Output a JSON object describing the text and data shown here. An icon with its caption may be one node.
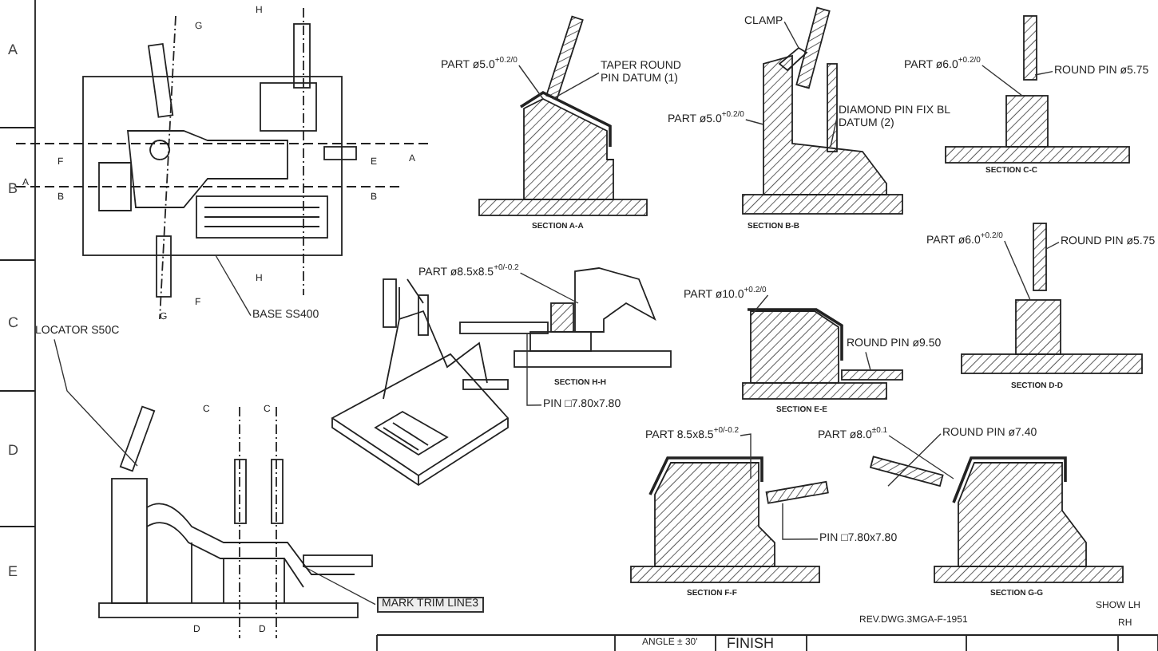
{
  "diagram": {
    "nodes": [
      {
        "text": [
          "LOCATOR S50C"
        ]
      },
      {
        "text": [
          "BASE SS400"
        ]
      },
      {
        "text": [
          "MARK TRIM LINE3"
        ]
      },
      {
        "text": [
          "PART ø5.0$^{+0.2/0}$"
        ]
      },
      {
        "text": [
          "TAPER ROUND PIN DATUM (1)"
        ]
      },
      {
        "text": [
          "CLAMP"
        ]
      },
      {
        "text": [
          "PART ø5.0$^{+0.2/0}$"
        ]
      },
      {
        "text": [
          "DIAMOND PIN FIX BL DATUM (2)"
        ]
      },
      {
        "text": [
          "PART ø6.0$^{+0.2/0}$"
        ]
      },
      {
        "text": [
          "ROUND PIN ø5.75"
        ]
      },
      {
        "text": [
          "PART ø6.0$^{+0.2/0}$"
        ]
      },
      {
        "text": [
          "ROUND PIN ø5.75"
        ]
      },
      {
        "text": [
          "PART ø8.5x8.5$^{+0/-0.2}$"
        ]
      },
      {
        "text": [
          "PIN □7.80x7.80"
        ]
      },
      {
        "text": [
          "PART ø10.0$^{+0.2/0}$"
        ]
      },
      {
        "text": [
          "ROUND PIN ø9.50"
        ]
      },
      {
        "text": [
          "PART 8.5x8.5$^{+0/-0.2}$"
        ]
      },
      {
        "text": [
          "PIN □7.80x7.80"
        ]
      },
      {
        "text": [
          "PART ø8.0$^{±0.1}$"
        ]
      },
      {
        "text": [
          "ROUND PIN ø7.40"
        ]
      },
      {
        "text": [],
        "shape": "box"
      },
      {
        "text": [],
        "shape": "box"
      },
      {
        "text": [],
        "shape": "picture"
      },
      {
        "text": [],
        "shape": "picture"
      },
      {
        "text": [],
        "shape": "box"
      },
      {
        "text": [],
        "shape": "picture"
      },
      {
        "text": [],
        "shape": "picture"
      },
      {
        "text": [],
        "shape": "box"
      },
      {
        "text": [],
        "shape": "box"
      },
      {
        "text": [],
        "shape": "box"
      },
      {
        "text": [],
        "shape": "box"
      },
      {
        "text": [],
        "shape": "box"
      },
      {
        "text": [],
        "shape": "picture"
      },
      {
        "text": [],
        "shape": "box"
      },
      {
        "text": [],
        "shape": "picture"
      },
      {
        "text": [],
        "shape": "box"
      },
      {
        "text": [],
        "shape": "picture"
      },
      {
        "text": [],
        "shape": "box"
      },
      {
        "text": [],
        "shape": "picture"
      },
      {
        "text": [],
        "shape": "box"
      }
    ],
    "edges": [
      {
        "from": 0,
        "to": 20,
        "arrow": "none"
      },
      {
        "from": 1,
        "to": 21,
        "arrow": "none"
      },
      {
        "from": 2,
        "to": 22,
        "arrow": "none"
      },
      {
        "from": 3,
        "to": 23,
        "arrow": "none"
      },
      {
        "from": 4,
        "to": 24,
        "arrow": "none"
      },
      {
        "from": 5,
        "to": 25,
        "arrow": "none"
      },
      {
        "from": 6,
        "to": 26,
        "arrow": "none"
      },
      {
        "from": 7,
        "to": 27,
        "arrow": "none"
      },
      {
        "from": 8,
        "to": 28,
        "arrow": "none"
      },
      {
        "from": 9,
        "to": 29,
        "arrow": "none"
      },
      {
        "from": 10,
        "to": 30,
        "arrow": "none"
      },
      {
        "from": 11,
        "to": 31,
        "arrow": "none"
      },
      {
        "from": 12,
        "to": 32,
        "arrow": "none"
      },
      {
        "from": 13,
        "to": 33,
        "arrow": "none"
      },
      {
        "from": 14,
        "to": 34,
        "arrow": "none"
      },
      {
        "from": 15,
        "to": 35,
        "arrow": "none"
      },
      {
        "from": 16,
        "to": 36,
        "arrow": "none"
      },
      {
        "from": 17,
        "to": 37,
        "arrow": "none"
      },
      {
        "from": 18,
        "to": 38,
        "arrow": "none"
      },
      {
        "from": 19,
        "to": 39,
        "arrow": "none"
      }
    ],
    "labels": [
      "H",
      "G",
      "A",
      "F",
      "E",
      "A",
      "SECTION C-C",
      "B",
      "A",
      "B",
      "B",
      "SECTION A-A",
      "SECTION B-B",
      "H",
      "F",
      "C",
      "G",
      "SECTION H-H",
      "SECTION D-D",
      "C",
      "C",
      "SECTION E-E",
      "D",
      "E",
      "SECTION F-F",
      "SECTION G-G",
      "SHOW LH",
      "D",
      "D",
      "REV.DWG.3MGA-F-1951",
      "RH",
      "ANGLE ± 30'",
      "FINISH"
    ]
  }
}
